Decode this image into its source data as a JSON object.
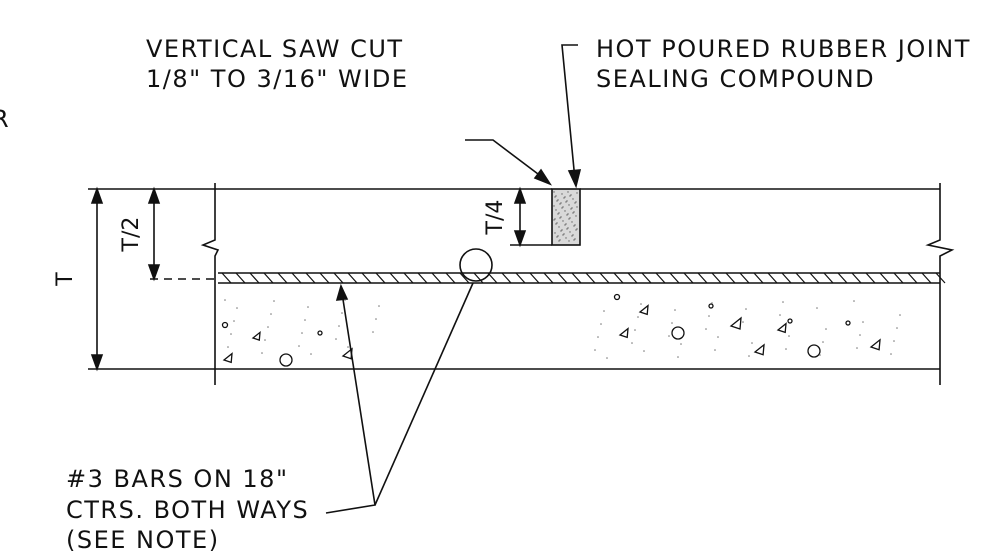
{
  "labels": {
    "edge_mark": "R",
    "saw_cut_line1": "VERTICAL SAW CUT",
    "saw_cut_line2": "1/8\" TO 3/16\" WIDE",
    "sealant_line1": "HOT POURED RUBBER JOINT",
    "sealant_line2": "SEALING COMPOUND",
    "bars_line1": "#3 BARS ON 18\"",
    "bars_line2": "CTRS. BOTH WAYS",
    "bars_line3": "(SEE NOTE)"
  },
  "dimensions": {
    "total_thickness": "T",
    "half_thickness": "T/2",
    "quarter_thickness": "T/4"
  },
  "colors": {
    "line": "#111111",
    "sealant_fill": "#d9d9d9"
  }
}
